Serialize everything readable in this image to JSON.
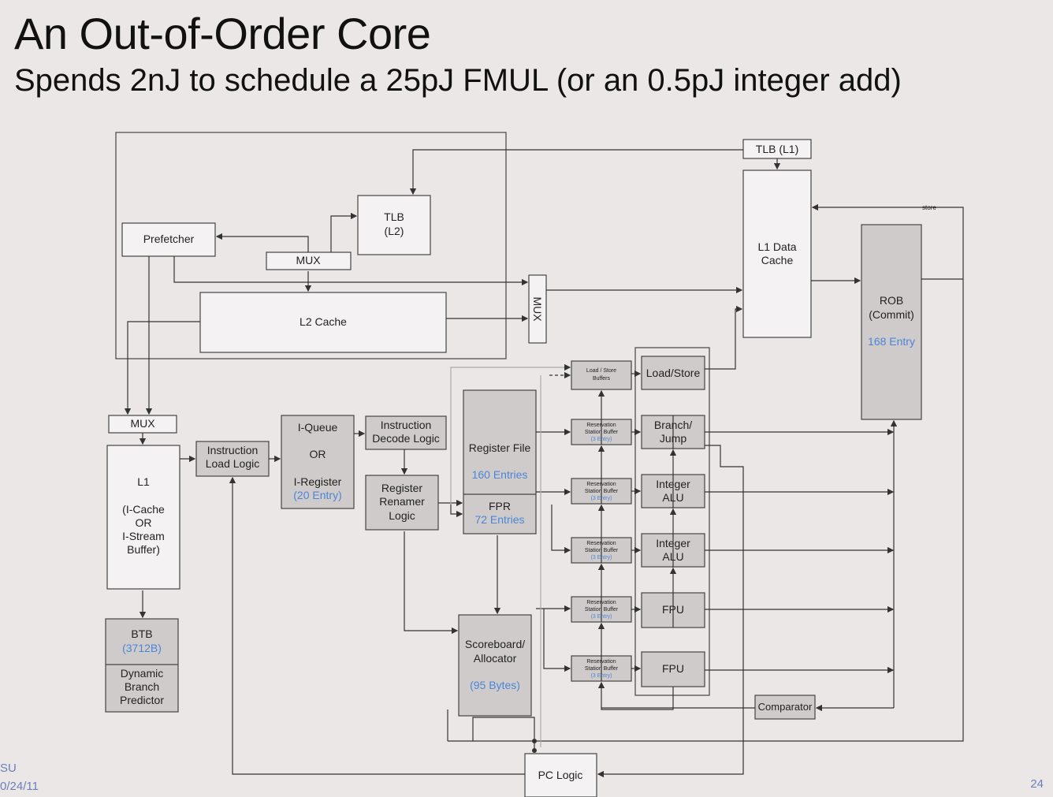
{
  "slide": {
    "title": "An Out-of-Order Core",
    "subtitle": "Spends 2nJ to schedule a 25pJ FMUL (or an 0.5pJ integer add)",
    "footer_org": "SU",
    "footer_date": "0/24/11",
    "page_number": "24"
  },
  "blocks": {
    "tlb_l1": "TLB (L1)",
    "tlb_l2_1": "TLB",
    "tlb_l2_2": "(L2)",
    "prefetcher": "Prefetcher",
    "mux_top": "MUX",
    "l2_cache": "L2 Cache",
    "mux_vertical": "MUX",
    "l1_data_1": "L1 Data",
    "l1_data_2": "Cache",
    "store_label": "store",
    "rob_1": "ROB",
    "rob_2": "(Commit)",
    "rob_entries": "168 Entry",
    "mux_l1": "MUX",
    "l1i_1": "L1",
    "l1i_2": "(I-Cache",
    "l1i_3": "OR",
    "l1i_4": "I-Stream",
    "l1i_5": "Buffer)",
    "ild_1": "Instruction",
    "ild_2": "Load Logic",
    "iq_1": "I-Queue",
    "iq_2": "OR",
    "iq_3": "I-Register",
    "iq_entries": "(20 Entry)",
    "idl_1": "Instruction",
    "idl_2": "Decode Logic",
    "rr_1": "Register",
    "rr_2": "Renamer",
    "rr_3": "Logic",
    "rf_1": "Register File",
    "rf_entries": "160 Entries",
    "fpr": "FPR",
    "fpr_entries": "72 Entries",
    "sb_1": "Scoreboard/",
    "sb_2": "Allocator",
    "sb_size": "(95 Bytes)",
    "lsb_1": "Load / Store",
    "lsb_2": "Buffers",
    "rs_1": "Reservation",
    "rs_2": "Station Buffer",
    "rs_3": "(3 Entry)",
    "unit_ls": "Load/Store",
    "unit_br_1": "Branch/",
    "unit_br_2": "Jump",
    "unit_int_1": "Integer",
    "unit_int_2": "ALU",
    "unit_fpu": "FPU",
    "comparator": "Comparator",
    "btb_1": "BTB",
    "btb_size": "(3712B)",
    "dbp_1": "Dynamic",
    "dbp_2": "Branch",
    "dbp_3": "Predictor",
    "pc_logic": "PC Logic"
  },
  "colors": {
    "background": "#ebe7e7",
    "gray_block": "#cfcbcb",
    "blue_annotation": "#4a86d8",
    "footer": "#6a7fbd"
  }
}
